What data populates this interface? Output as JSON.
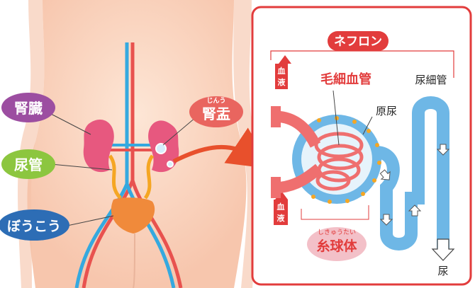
{
  "labels": {
    "kidney": "腎臓",
    "ureter": "尿管",
    "bladder": "ぼうこう",
    "renal_pelvis": "腎盂",
    "renal_pelvis_ruby": "じんう",
    "nephron": "ネフロン",
    "capillary": "毛細血管",
    "renal_tubule": "尿細管",
    "primary_urine": "原尿",
    "urine": "尿",
    "blood": "血液",
    "glomerulus": "糸球体",
    "glomerulus_ruby": "しきゅうたい"
  },
  "colors": {
    "skin": "#fbd9c4",
    "kidney": "#e7587f",
    "artery": "#e8524f",
    "vein": "#35a9df",
    "ureter": "#f5a623",
    "bladder": "#f08a3b",
    "tubule": "#6eb7e6",
    "pill_kidney": "#9c4ea1",
    "pill_ureter": "#8cc63f",
    "pill_bladder": "#2d6db5",
    "pill_pelvis": "#e9655f",
    "accent_red": "#e23c3c",
    "nephron_pill": "#e23c3c",
    "glomerulus_pill": "#f3c0c8"
  }
}
